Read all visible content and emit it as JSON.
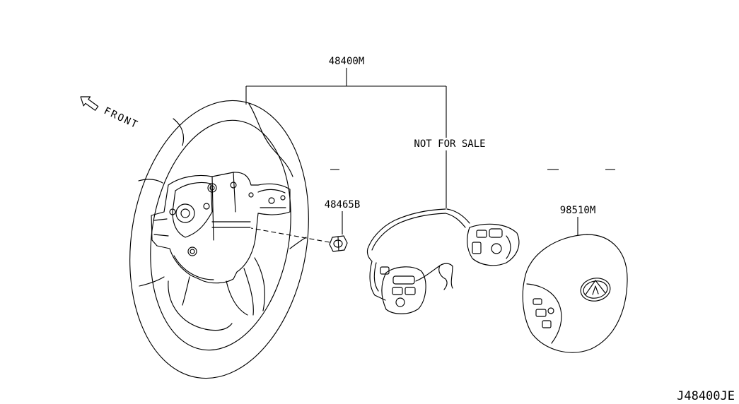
{
  "diagram": {
    "parts": {
      "steering_wheel": {
        "label": "48400M"
      },
      "nut": {
        "label": "48465B"
      },
      "airbag_module": {
        "label": "98510M"
      }
    },
    "harness_note": "NOT FOR SALE",
    "direction_label": "FRONT",
    "figure_code": "J48400JE"
  },
  "icons": {
    "direction": "front-arrow-icon",
    "logo": "infiniti-logo-icon"
  },
  "colors": {
    "line": "#000000",
    "background": "#ffffff"
  }
}
